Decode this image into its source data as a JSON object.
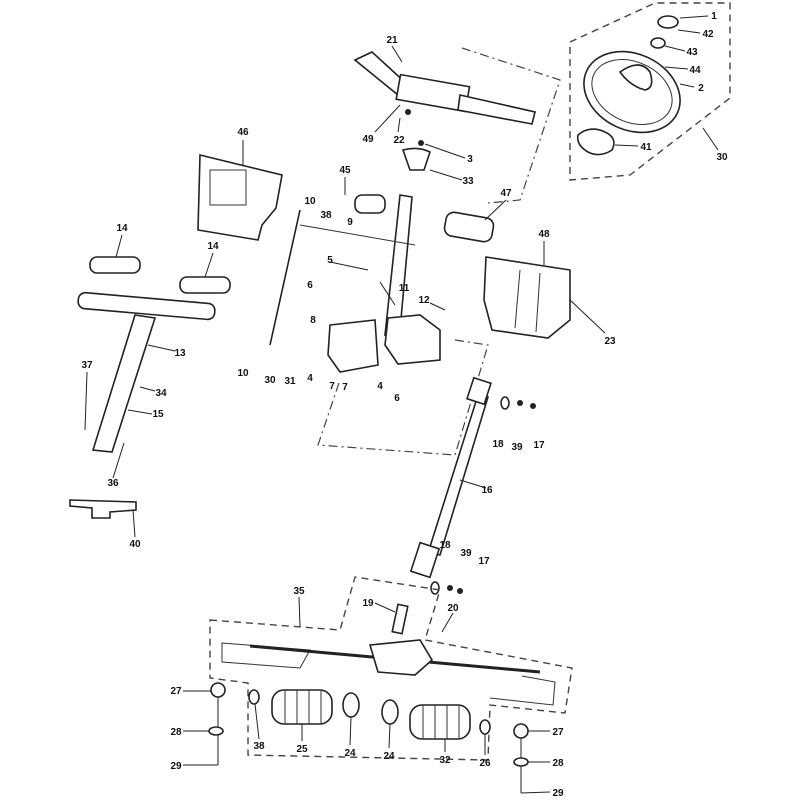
{
  "diagram": {
    "title": "Steering assembly exploded view",
    "callouts": {
      "c21": "21",
      "c22": "22",
      "c49": "49",
      "c3": "3",
      "c33": "33",
      "c1": "1",
      "c42": "42",
      "c43": "43",
      "c44": "44",
      "c2": "2",
      "c41": "41",
      "c30a": "30",
      "c46": "46",
      "c45": "45",
      "c10a": "10",
      "c38a": "38",
      "c9": "9",
      "c5": "5",
      "c6a": "6",
      "c8": "8",
      "c10b": "10",
      "c30b": "30",
      "c31": "31",
      "c4a": "4",
      "c7a": "7",
      "c7b": "7",
      "c4b": "4",
      "c6b": "6",
      "c11": "11",
      "c12": "12",
      "c47": "47",
      "c48": "48",
      "c23": "23",
      "c14a": "14",
      "c14b": "14",
      "c13": "13",
      "c37": "37",
      "c34": "34",
      "c15": "15",
      "c36": "36",
      "c40": "40",
      "c18a": "18",
      "c39a": "39",
      "c17a": "17",
      "c16": "16",
      "c18b": "18",
      "c39b": "39",
      "c17b": "17",
      "c20": "20",
      "c19": "19",
      "c35": "35",
      "c27a": "27",
      "c28a": "28",
      "c29a": "29",
      "c38b": "38",
      "c25": "25",
      "c24a": "24",
      "c24b": "24",
      "c32": "32",
      "c26": "26",
      "c27b": "27",
      "c28b": "28",
      "c29b": "29"
    }
  }
}
